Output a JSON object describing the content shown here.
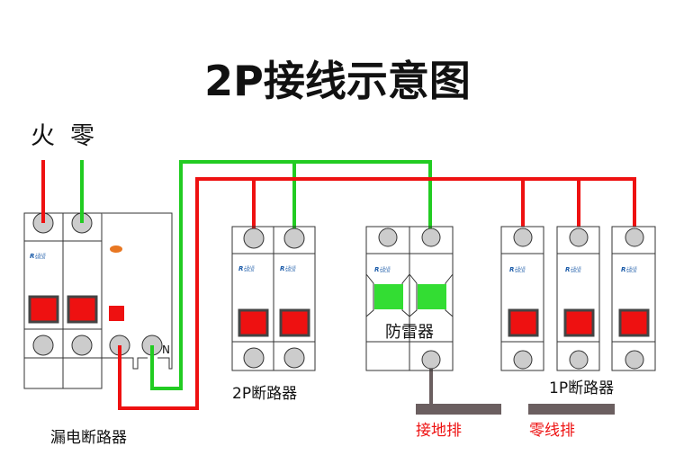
{
  "title": "2P接线示意图",
  "wire_labels": {
    "live": "火",
    "neutral": "零"
  },
  "devices": {
    "rcd": {
      "label": "漏电断路器",
      "n_mark": "N"
    },
    "breaker_2p": {
      "label": "2P断路器"
    },
    "spd": {
      "label": "防雷器"
    },
    "breaker_1p": {
      "label": "1P断路器",
      "count": 3
    }
  },
  "bars": {
    "ground": "接地排",
    "neutral": "零线排"
  },
  "logo": {
    "cn": "上海人民",
    "en": "SRCN"
  },
  "colors": {
    "live": "#ee1111",
    "neutral": "#22cc22",
    "bar": "#6b5f60",
    "handle": "#ee1111",
    "spd_window": "#33dd33",
    "label_red": "#ee1111"
  }
}
